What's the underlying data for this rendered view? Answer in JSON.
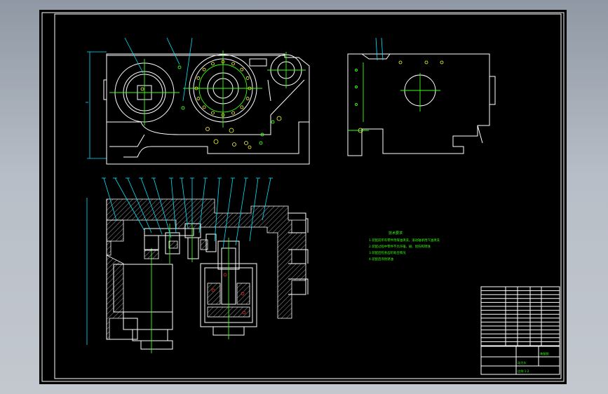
{
  "drawing": {
    "notes": {
      "heading": "技术要求",
      "lines": [
        "1.装配前所有零件用煤油清洗，滚动轴承用汽油清洗",
        "2.装配过程中零件不允许磕、碰、划伤和锈蚀",
        "3.装配后检查齿轮啮合情况",
        "4.装配后涂防锈油"
      ]
    },
    "title_block": {
      "drawing_title": "装配图",
      "part_name": "动力头",
      "material_row": "比例 1:2"
    },
    "colors": {
      "background": "#000000",
      "outline": "#ffffff",
      "centerline": "#39ff14",
      "dimension": "#00e5ff",
      "accent": "#ffff33"
    }
  }
}
